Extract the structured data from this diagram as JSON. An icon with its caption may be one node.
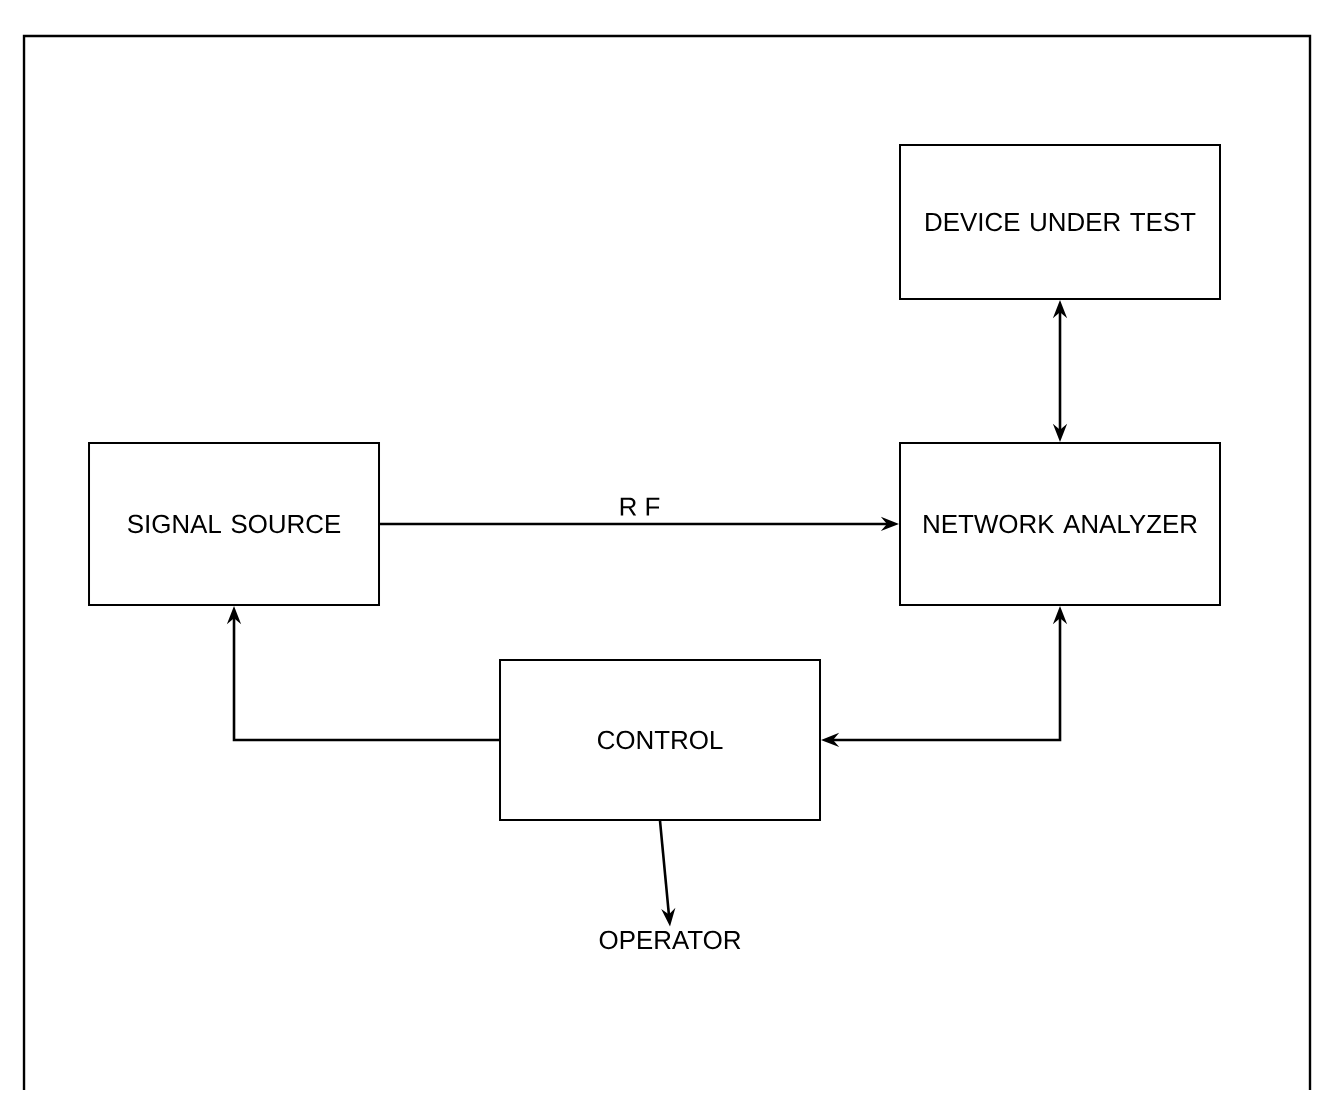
{
  "diagram": {
    "nodes": [
      {
        "text": [
          "DEVICE UNDER TEST"
        ]
      },
      {
        "text": [
          "SIGNAL SOURCE"
        ]
      },
      {
        "text": [
          "NETWORK ANALYZER"
        ]
      },
      {
        "text": [
          "CONTROL"
        ]
      },
      {
        "text": [
          "OPERATOR"
        ]
      }
    ],
    "edges": [
      {
        "from": 1,
        "to": 2,
        "arrow": "to",
        "label": "R F"
      },
      {
        "from": 2,
        "to": 0,
        "arrow": "both"
      },
      {
        "from": 3,
        "to": 1,
        "arrow": "to"
      },
      {
        "from": 3,
        "to": 2,
        "arrow": "both"
      },
      {
        "from": 3,
        "to": 4,
        "arrow": "to"
      }
    ]
  }
}
